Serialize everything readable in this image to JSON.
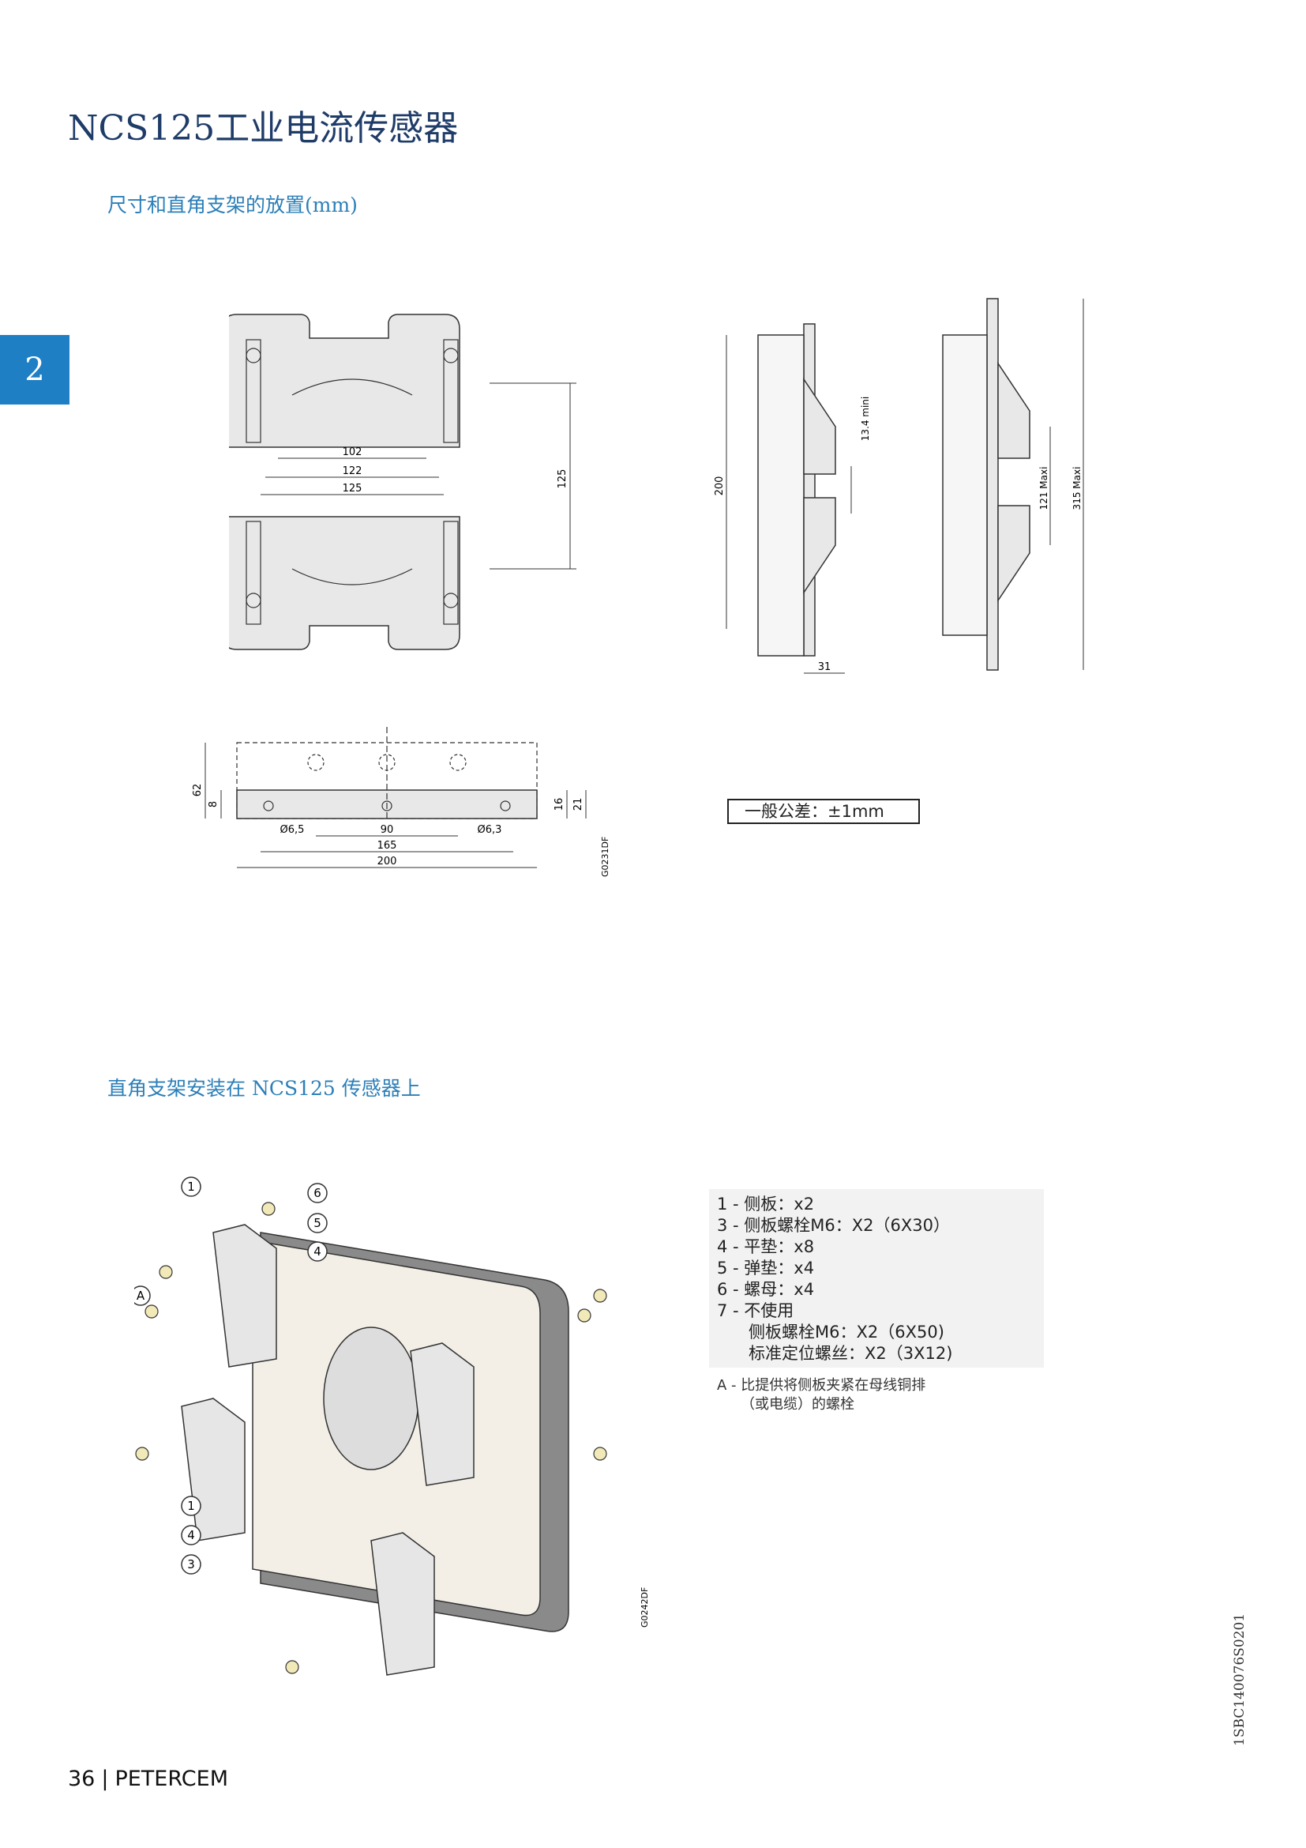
{
  "page": {
    "title": "NCS125工业电流传感器",
    "chapter": "2",
    "section1_heading": "尺寸和直角支架的放置(mm)",
    "section2_heading": "直角支架安装在 NCS125 传感器上",
    "tolerance": "一般公差：±1mm",
    "footer_page": "36",
    "footer_brand": "PETERCEM",
    "doc_code": "1SBC140076S0201"
  },
  "drawing1": {
    "dims": [
      "102",
      "122",
      "125",
      "125"
    ],
    "side_dims": [
      "200",
      "13,4 mini",
      "31"
    ],
    "side2_dims": [
      "121 Maxi",
      "315 Maxi"
    ],
    "bottom_dims": [
      "62",
      "8",
      "16",
      "21",
      "Ø6,5",
      "90",
      "Ø6,3",
      "165",
      "200"
    ],
    "ref1": "G0231DF"
  },
  "drawing2": {
    "ref2": "G0242DF",
    "callouts": [
      "1",
      "6",
      "5",
      "4",
      "A",
      "1",
      "4",
      "3"
    ]
  },
  "parts_list": [
    "1 - 侧板：x2",
    "3 - 侧板螺栓M6：X2（6X30）",
    "4 - 平垫：x8",
    "5 - 弹垫：x4",
    "6 - 螺母：x4",
    "7 - 不使用"
  ],
  "parts_list_sub": [
    "侧板螺栓M6：X2（6X50)",
    "标准定位螺丝：X2（3X12)"
  ],
  "note": {
    "line1": "A - 比提供将侧板夹紧在母线铜排",
    "line2": "（或电缆）的螺栓"
  }
}
